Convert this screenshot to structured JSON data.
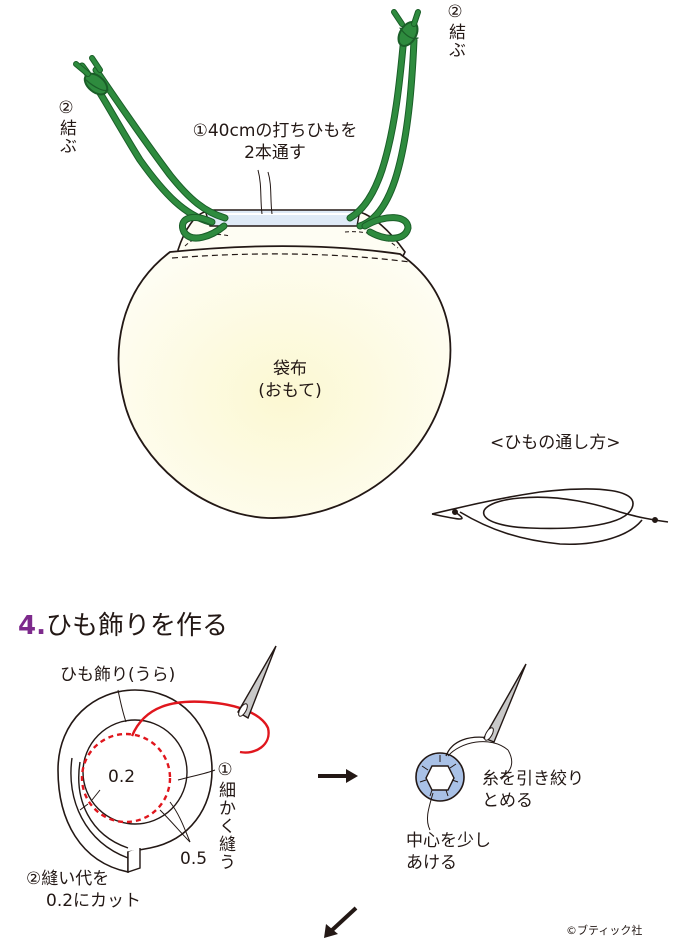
{
  "step3": {
    "left_knot": {
      "num": "②",
      "text": "結ぶ"
    },
    "right_knot": {
      "num": "②",
      "text": "結ぶ"
    },
    "thread_note_line1": "①40cmの打ちひもを",
    "thread_note_line2": "2本通す",
    "bag_label_line1": "袋布",
    "bag_label_line2": "(おもて)",
    "threading_title": "<ひもの通し方>"
  },
  "step4": {
    "heading_number": "4.",
    "heading_text": "ひも飾りを作る",
    "ring_label": "ひも飾り(うら)",
    "seam_allowance": "0.2",
    "stitch_inset": "0.5",
    "sew_note": {
      "num": "①",
      "text": "細かく縫う"
    },
    "cut_note_line1": "②縫い代を",
    "cut_note_line2": "0.2にカット",
    "gather_note_line1": "糸を引き絞り",
    "gather_note_line2": "とめる",
    "center_note_line1": "中心を少し",
    "center_note_line2": "あける"
  },
  "copyright": "©ブティック社",
  "colors": {
    "cord": "#2e8b3e",
    "cord_dark": "#1a5e28",
    "bag_fill": "#fdfbe6",
    "casing_fill": "#dfeaf6",
    "thread_red": "#e0161d",
    "heading_purple": "#7d2a8c",
    "gathered_fill": "#a9c1e6",
    "needle_fill": "#c9c9c9"
  }
}
